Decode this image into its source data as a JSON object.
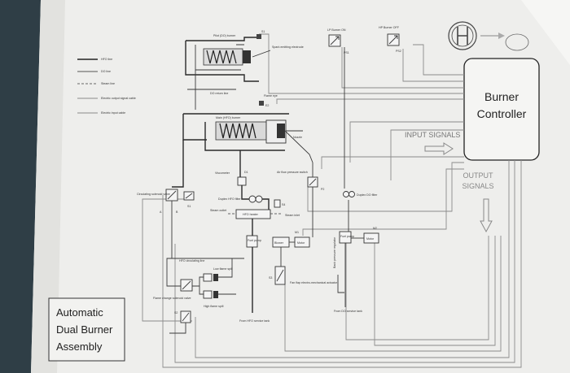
{
  "title_box": {
    "line1": "Automatic",
    "line2": "Dual Burner",
    "line3": "Assembly"
  },
  "controller": {
    "line1": "Burner",
    "line2": "Controller"
  },
  "signals": {
    "input": "INPUT SIGNALS",
    "output_line1": "OUTPUT",
    "output_line2": "SIGNALS"
  },
  "legend": [
    "HFO line",
    "DO line",
    "Steam line",
    "Electric output signal cable",
    "Electric input cable"
  ],
  "labels": {
    "lp_burner_on": "LP Burner ON",
    "hp_burner_off": "HP Burner OFF",
    "ps1": "PS1",
    "ps2": "PS2",
    "pilot_do_burner": "Pilot (DO) burner",
    "s1": "S1",
    "spark_electrodes": "Spark emitting electrode",
    "do_return_line": "DO return line",
    "flame_eye": "Flame eye",
    "e2": "E2",
    "main_hfo_burner": "Main (HFO) burner",
    "nozzle": "Nozzle",
    "viscometer": "Viscometer",
    "d1": "D1",
    "air_flow_pressure_switch": "Air flow pressure switch",
    "p2": "P2",
    "duplex_hfo_filter": "Duplex HFO filter",
    "duplex_do_filter": "Duplex DO filter",
    "circulating_solenoid_valve": "Circulating solenoid valve",
    "a": "A",
    "b": "B",
    "s1b": "S1",
    "steam_outlet": "Steam outlet",
    "hfo_heater": "HFO heater",
    "s4": "S4",
    "steam_inlet": "Steam inlet",
    "m1": "M1",
    "m2": "M2",
    "fuel_pump": "Fuel pump",
    "blower": "Blower",
    "motor": "Motor",
    "back_pressure_regulator": "Back pressure regulator",
    "hfo_circulating_line": "HFO circulating line",
    "low_flame_spill": "Low flame spill",
    "s3": "S3",
    "fan_flap_actuator": "Fan flap electro-mechanical actuator",
    "flame_change_solenoid_valve": "Flame change solenoid valve",
    "high_flame_spill": "High flame spill",
    "s2": "S2",
    "from_hfo_service_tank": "From HFO service tank",
    "from_do_service_tank": "From DO service tank"
  }
}
